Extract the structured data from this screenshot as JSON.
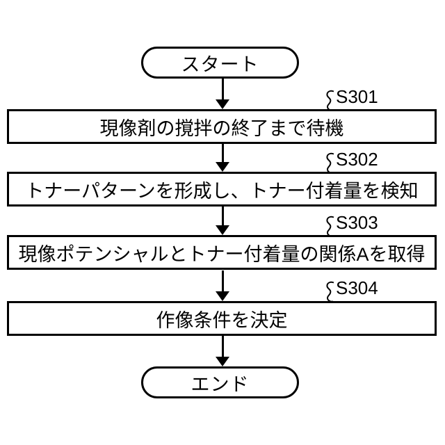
{
  "flowchart": {
    "title_hint": "toner-adhesion calibration flow",
    "colors": {
      "line": "#000000",
      "background": "#ffffff",
      "text": "#000000"
    },
    "start": {
      "label": "スタート"
    },
    "end": {
      "label": "エンド"
    },
    "steps": [
      {
        "id": "S301",
        "label": "現像剤の撹拌の終了まで待機"
      },
      {
        "id": "S302",
        "label": "トナーパターンを形成し、トナー付着量を検知"
      },
      {
        "id": "S303",
        "label": "現像ポテンシャルとトナー付着量の関係Aを取得"
      },
      {
        "id": "S304",
        "label": "作像条件を決定"
      }
    ]
  }
}
